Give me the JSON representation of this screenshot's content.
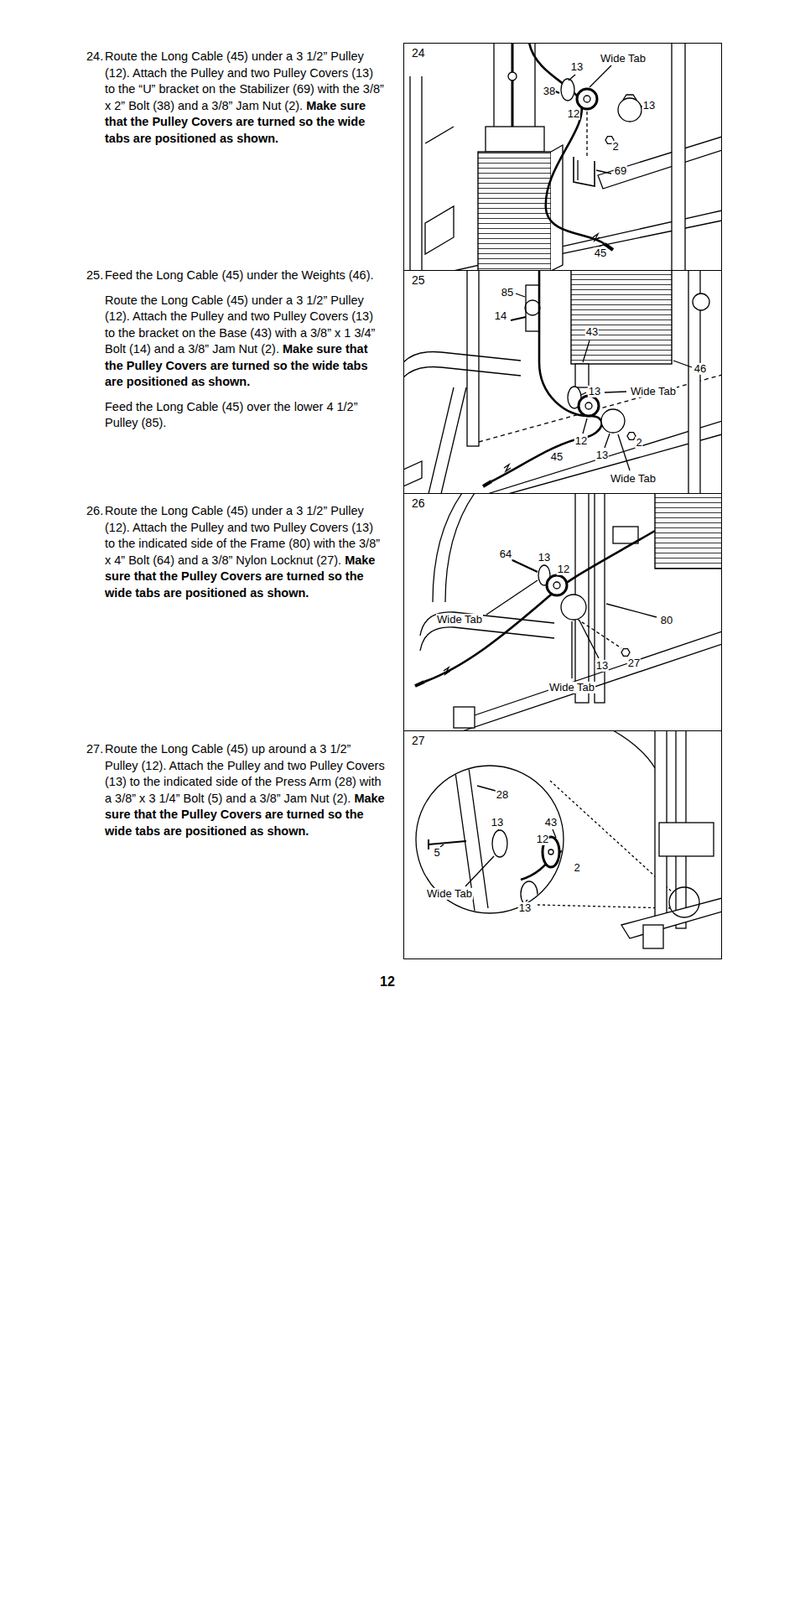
{
  "diagram": {
    "nodes": [
      {
        "text": [
          "24"
        ]
      },
      {
        "text": [
          "25"
        ]
      },
      {
        "text": [
          "26"
        ]
      },
      {
        "text": [
          "27"
        ]
      }
    ],
    "labels": [
      "24.",
      "Route the Long Cable (45) under a 3 1/2” Pulley (12). Attach the Pulley and two Pulley Covers (13) to the “U” bracket on the Stabilizer (69) with the 3/8” x 2” Bolt (38) and a 3/8” Jam Nut (2).",
      "Make sure that the Pulley Covers are turned so the wide tabs are positioned as shown.",
      "25.",
      "Feed the Long Cable (45) under the Weights (46).",
      "Route the Long Cable (45) under a 3 1/2” Pulley (12). Attach the Pulley and two Pulley Covers (13) to the bracket on the Base (43) with a 3/8” x 1 3/4” Bolt (14) and a 3/8” Jam Nut (2).",
      "Make sure that the Pulley Covers are turned so the wide tabs are positioned as shown.",
      "Feed the Long Cable (45) over the lower 4 1/2” Pulley (85).",
      "26.",
      "Route the Long Cable (45) under a 3 1/2” Pulley (12). Attach the Pulley and two Pulley Covers (13) to the indicated side of the Frame (80) with the 3/8” x 4” Bolt (64) and a 3/8” Nylon Locknut (27).",
      "Make sure that the Pulley Covers are turned so the wide tabs are positioned as shown.",
      "27.",
      "Route the Long Cable (45) up around a 3 1/2” Pulley (12). Attach the Pulley and two Pulley Covers (13) to the indicated side of the Press Arm (28) with a 3/8” x 3 1/4” Bolt (5) and a 3/8” Jam Nut (2).",
      "Make sure that the Pulley Covers are turned so the wide tabs are positioned as shown.",
      "13",
      "Wide Tab",
      "38",
      "12",
      "13",
      "2",
      "69",
      "45",
      "85",
      "14",
      "43",
      "46",
      "13",
      "Wide Tab",
      "12",
      "2",
      "45",
      "13",
      "Wide Tab",
      "64",
      "13",
      "12",
      "Wide Tab",
      "80",
      "13",
      "27",
      "Wide Tab",
      "28",
      "13",
      "43",
      "12",
      "5",
      "2",
      "Wide Tab",
      "13",
      "12"
    ]
  }
}
